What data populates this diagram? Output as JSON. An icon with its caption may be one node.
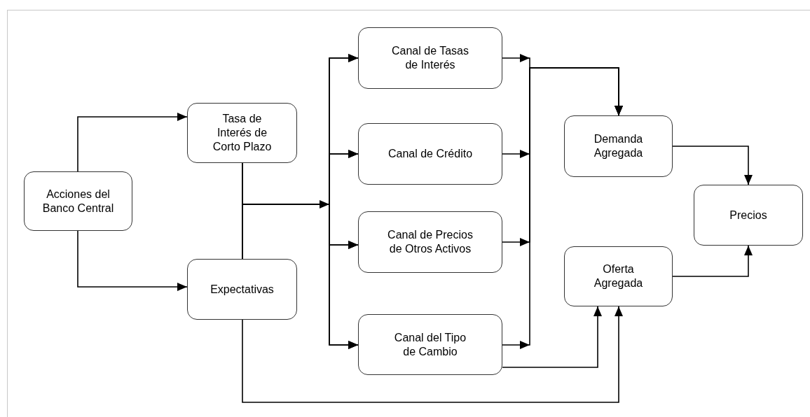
{
  "diagram": {
    "nodes": [
      {
        "text": [
          "Acciones del Banco Central"
        ]
      },
      {
        "text": [
          "Tasa de Interés de Corto Plazo"
        ]
      },
      {
        "text": [
          "Expectativas"
        ]
      },
      {
        "text": [
          "Canal de Tasas de Interés"
        ]
      },
      {
        "text": [
          "Canal de Crédito"
        ]
      },
      {
        "text": [
          "Canal de Precios de Otros Activos"
        ]
      },
      {
        "text": [
          "Canal del Tipo de Cambio"
        ]
      },
      {
        "text": [
          "Demanda Agregada"
        ]
      },
      {
        "text": [
          "Precios"
        ]
      },
      {
        "text": [
          "Oferta Agregada"
        ]
      }
    ],
    "edges": [
      {
        "from": 0,
        "to": 1,
        "arrow": "to"
      },
      {
        "from": 0,
        "to": 2,
        "arrow": "to"
      },
      {
        "from": 1,
        "to": 3,
        "arrow": "to"
      },
      {
        "from": 1,
        "to": 4,
        "arrow": "to"
      },
      {
        "from": 1,
        "to": 5,
        "arrow": "to"
      },
      {
        "from": 1,
        "to": 6,
        "arrow": "to"
      },
      {
        "from": 2,
        "to": 3,
        "arrow": "to"
      },
      {
        "from": 2,
        "to": 4,
        "arrow": "to"
      },
      {
        "from": 2,
        "to": 5,
        "arrow": "to"
      },
      {
        "from": 2,
        "to": 6,
        "arrow": "to"
      },
      {
        "from": 3,
        "to": 7,
        "arrow": "to"
      },
      {
        "from": 4,
        "to": 7,
        "arrow": "to"
      },
      {
        "from": 5,
        "to": 7,
        "arrow": "to"
      },
      {
        "from": 6,
        "to": 7,
        "arrow": "to"
      },
      {
        "from": 6,
        "to": 9,
        "arrow": "to"
      },
      {
        "from": 2,
        "to": 9,
        "arrow": "to"
      },
      {
        "from": 7,
        "to": 8,
        "arrow": "to"
      },
      {
        "from": 9,
        "to": 8,
        "arrow": "to"
      }
    ]
  }
}
